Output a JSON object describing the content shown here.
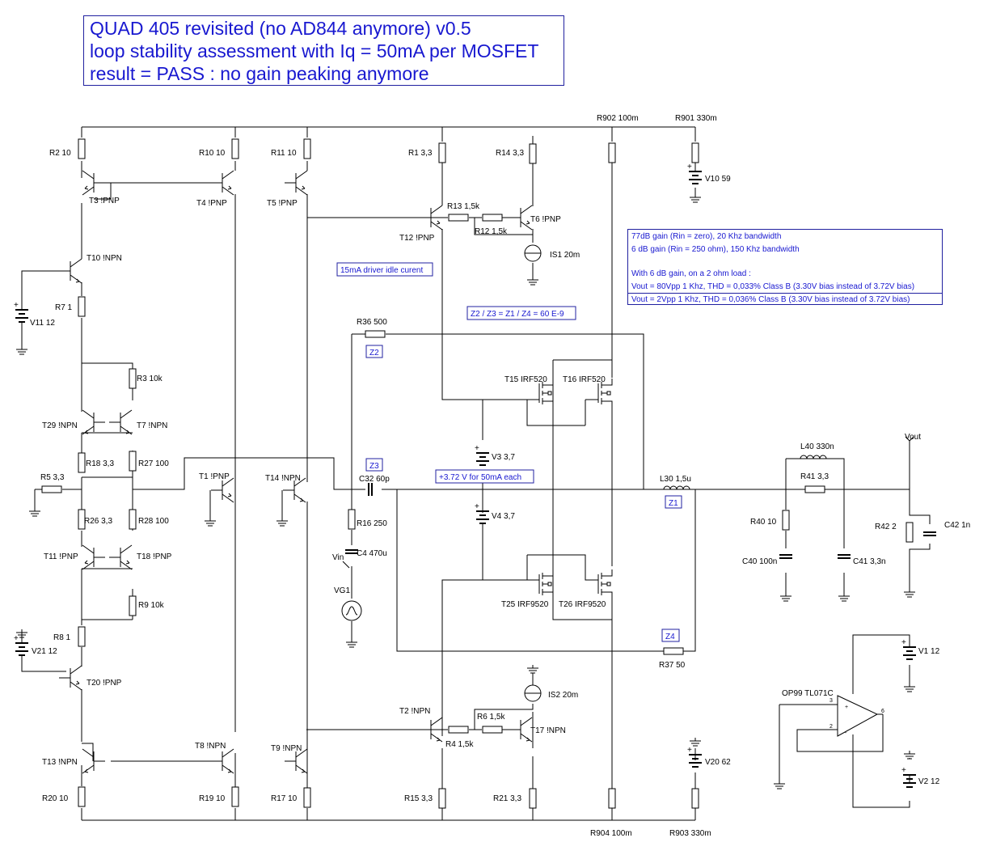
{
  "title_lines": [
    "QUAD 405 revisited (no AD844 anymore) v0.5",
    "loop stability assessment with Iq = 50mA per MOSFET",
    "result = PASS : no gain peaking anymore"
  ],
  "notes": [
    "77dB gain (Rin = zero), 20 Khz bandwidth",
    " 6 dB gain (Rin = 250 ohm), 150 Khz bandwidth",
    "With 6 dB gain, on a 2 ohm load :",
    "Vout = 80Vpp 1 Khz, THD = 0,033% Class B (3.30V bias instead of 3.72V bias)",
    "Vout =   2Vpp 1 Khz, THD = 0,036% Class B (3.30V bias instead of 3.72V bias)"
  ],
  "annotations": {
    "driver_idle": "15mA driver idle curent",
    "z_ratio": "Z2 / Z3 = Z1 / Z4 = 60 E-9",
    "bias": "+3.72 V for 50mA each",
    "z1": "Z1",
    "z2": "Z2",
    "z3": "Z3",
    "z4": "Z4"
  },
  "labels": {
    "r2": "R2 10",
    "r10": "R10 10",
    "r11": "R11 10",
    "r1": "R1 3,3",
    "r14": "R14 3,3",
    "r902": "R902 100m",
    "r901": "R901 330m",
    "v10": "V10 59",
    "t3": "T3 !PNP",
    "t4": "T4 !PNP",
    "t5": "T5 !PNP",
    "t6": "T6 !PNP",
    "t12": "T12 !PNP",
    "r13": "R13 1,5k",
    "r12": "R12 1,5k",
    "is1": "IS1 20m",
    "t10": "T10 !NPN",
    "r7": "R7 1",
    "v11": "V11 12",
    "r36": "R36 500",
    "t15": "T15 IRF520",
    "t16": "T16 IRF520",
    "r3": "R3 10k",
    "t29": "T29 !NPN",
    "t7": "T7 !NPN",
    "r18": "R18 3,3",
    "r27": "R27 100",
    "r5": "R5 3,3",
    "t1": "T1 !PNP",
    "t14": "T14 !NPN",
    "c32": "C32 60p",
    "v3": "V3 3,7",
    "v4": "V4 3,7",
    "l30": "L30 1,5u",
    "l40": "L40 330n",
    "vout": "Vout",
    "r41": "R41 3,3",
    "r40": "R40 10",
    "r42": "R42 2",
    "c42": "C42 1n",
    "c40": "C40 100n",
    "c41": "C41 3,3n",
    "r26": "R26 3,3",
    "r28": "R28 100",
    "r16": "R16 250",
    "c4": "C4 470u",
    "vin": "Vin",
    "vg1": "VG1",
    "t11": "T11 !PNP",
    "t18": "T18 !PNP",
    "r9": "R9 10k",
    "t25": "T25 IRF9520",
    "t26": "T26 IRF9520",
    "r8": "R8 1",
    "v21": "V21 12",
    "t20": "T20 !PNP",
    "r37": "R37 50",
    "v1": "V1 12",
    "v2": "V2 12",
    "op99": "OP99 TL071C",
    "is2": "IS2 20m",
    "t2": "T2 !NPN",
    "r6": "R6 1,5k",
    "r4": "R4 1,5k",
    "t17": "T17 !NPN",
    "t8": "T8 !NPN",
    "t9": "T9 !NPN",
    "t13": "T13 !NPN",
    "v20": "V20 62",
    "r20": "R20 10",
    "r19": "R19 10",
    "r17": "R17 10",
    "r15": "R15 3,3",
    "r21": "R21 3,3",
    "r904": "R904 100m",
    "r903": "R903 330m",
    "pin3": "3",
    "pin2": "2",
    "pin6": "6",
    "plus": "+",
    "minus": "-"
  },
  "colors": {
    "wire": "#000000",
    "text_blue": "#1818d0",
    "frame": "#2020a0",
    "background": "#ffffff"
  }
}
